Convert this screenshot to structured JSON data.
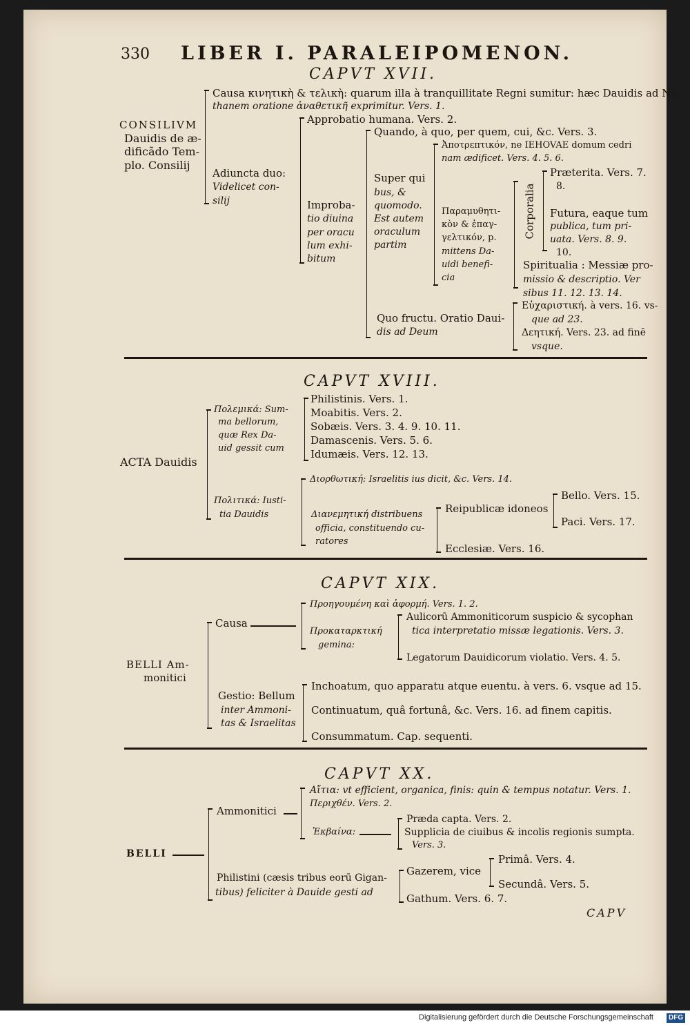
{
  "running_head": {
    "page_number": "330",
    "title": "LIBER I. PARALEIPOMENON."
  },
  "cap17": {
    "heading": "CAPVT XVII.",
    "root": [
      "CONSILIVM",
      "Dauidis de æ-",
      "dificãdo Tem-",
      "plo. Consilij"
    ],
    "causa": [
      "Causa κινητικὴ & τελικὴ: quarum illa à tranquillitate Regni sumitur: hæc Dauidis ad Na-",
      "thanem oratione ἀναθετικῆ exprimitur. Vers. 1."
    ],
    "adiuncta": [
      "Adiuncta duo:",
      "Videlicet  con-",
      "silij"
    ],
    "approbatio": "Approbatio humana. Vers. 2.",
    "improbatio": [
      "Improba-",
      "tio diuina",
      "per oracu",
      "lum exhi-",
      "bitum"
    ],
    "quando": "Quando, à quo, per quem, cui, &c. Vers. 3.",
    "super": [
      "Super qui",
      "bus,  &",
      "quomodo.",
      "Est autem",
      "oraculum",
      "partim"
    ],
    "apotreptikon": [
      "Ἀποτρεπτικόν, ne IEHOVAE domum cedri",
      "nam ædificet. Vers. 4. 5. 6."
    ],
    "paramythetikon": [
      "Παραμυθητι-",
      "κὸν & ἐπαγ-",
      "γελτικόν, p.",
      "mittens Da-",
      "uidi benefi-",
      "cia"
    ],
    "corporalia": "Corporalia",
    "praeterita": [
      "Præterita. Vers. 7.",
      "8."
    ],
    "futura": [
      "Futura, eaque tum",
      "publica, tum pri-",
      "uata.  Vers. 8. 9.",
      "10."
    ],
    "spiritualia": [
      "Spiritualia : Messiæ pro-",
      "missio & descriptio. Ver",
      "sibus 11. 12. 13. 14."
    ],
    "quo_fructu": [
      "Quo fructu. Oratio Daui-",
      "dis ad Deum"
    ],
    "eucharistike": [
      "Εὐχαριστική. à vers. 16. vs-",
      "que ad 23."
    ],
    "deetike": [
      "Δεητική. Vers. 23. ad finē",
      "vsque."
    ]
  },
  "cap18": {
    "heading": "CAPVT XVIII.",
    "root": "ACTA Dauidis",
    "polemika": [
      "Πολεμικά: Sum-",
      "ma bellorum,",
      "quæ Rex Da-",
      "uid gessit cum"
    ],
    "wars": [
      "Philistinis. Vers. 1.",
      "Moabitis. Vers. 2.",
      "Sobæis. Vers. 3. 4. 9. 10. 11.",
      "Damascenis. Vers. 5. 6.",
      "Idumæis. Vers. 12. 13."
    ],
    "politika": [
      "Πολιτικά: Iusti-",
      "tia Dauidis"
    ],
    "diorthotike": "Διορθωτική: Israelitis ius dicit, &c. Vers. 14.",
    "dianemetike": [
      "Διανεμητική distribuens",
      "officia, constituendo cu-",
      "ratores"
    ],
    "reipublicae": "Reipublicæ idoneos",
    "bello": "Bello. Vers. 15.",
    "paci": "Paci. Vers. 17.",
    "ecclesiae": "Ecclesiæ. Vers. 16."
  },
  "cap19": {
    "heading": "CAPVT XIX.",
    "root": [
      "BELLI Am-",
      "monitici"
    ],
    "causa": "Causa",
    "proegoumene": "Προηγουμένη καὶ ἀφορμή. Vers. 1. 2.",
    "prokatarktike": [
      "Προκαταρκτική",
      "gemina:"
    ],
    "aulicorum": [
      "Aulicorū Ammoniticorum suspicio & sycophan",
      "tica interpretatio missæ legationis. Vers. 3."
    ],
    "legatorum": "Legatorum Dauidicorum violatio. Vers. 4. 5.",
    "gestio": [
      "Gestio: Bellum",
      "inter Ammoni-",
      "tas & Israelitas"
    ],
    "inchoatum": "Inchoatum, quo apparatu atque euentu. à vers. 6. vsque ad 15.",
    "continuatum": "Continuatum, quâ fortunâ, &c. Vers. 16. ad finem capitis.",
    "consummatum": "Consummatum. Cap. sequenti."
  },
  "cap20": {
    "heading": "CAPVT XX.",
    "root": "BELLI",
    "ammonitici": "Ammonitici",
    "aitia": "Αἴτια: vt efficient, organica, finis: quin & tempus notatur. Vers. 1.",
    "perichthen": "Περιχθέν. Vers. 2.",
    "ekbaina": "Ἐκβαίνα:",
    "praeda": "Præda capta. Vers. 2.",
    "supplicia": [
      "Supplicia de ciuibus & incolis regionis sumpta.",
      "Vers. 3."
    ],
    "philistini": [
      "Philistini (cæsis tribus eorū Gigan-",
      "tibus) feliciter à Dauide gesti ad"
    ],
    "gazerem": "Gazerem, vice",
    "prima": "Primâ. Vers. 4.",
    "secunda": "Secundâ. Vers. 5.",
    "gathum": "Gathum. Vers. 6. 7."
  },
  "catchword": "CAPV",
  "footer": "Digitalisierung gefördert durch die Deutsche Forschungsgemeinschaft",
  "footer_logo": "DFG"
}
